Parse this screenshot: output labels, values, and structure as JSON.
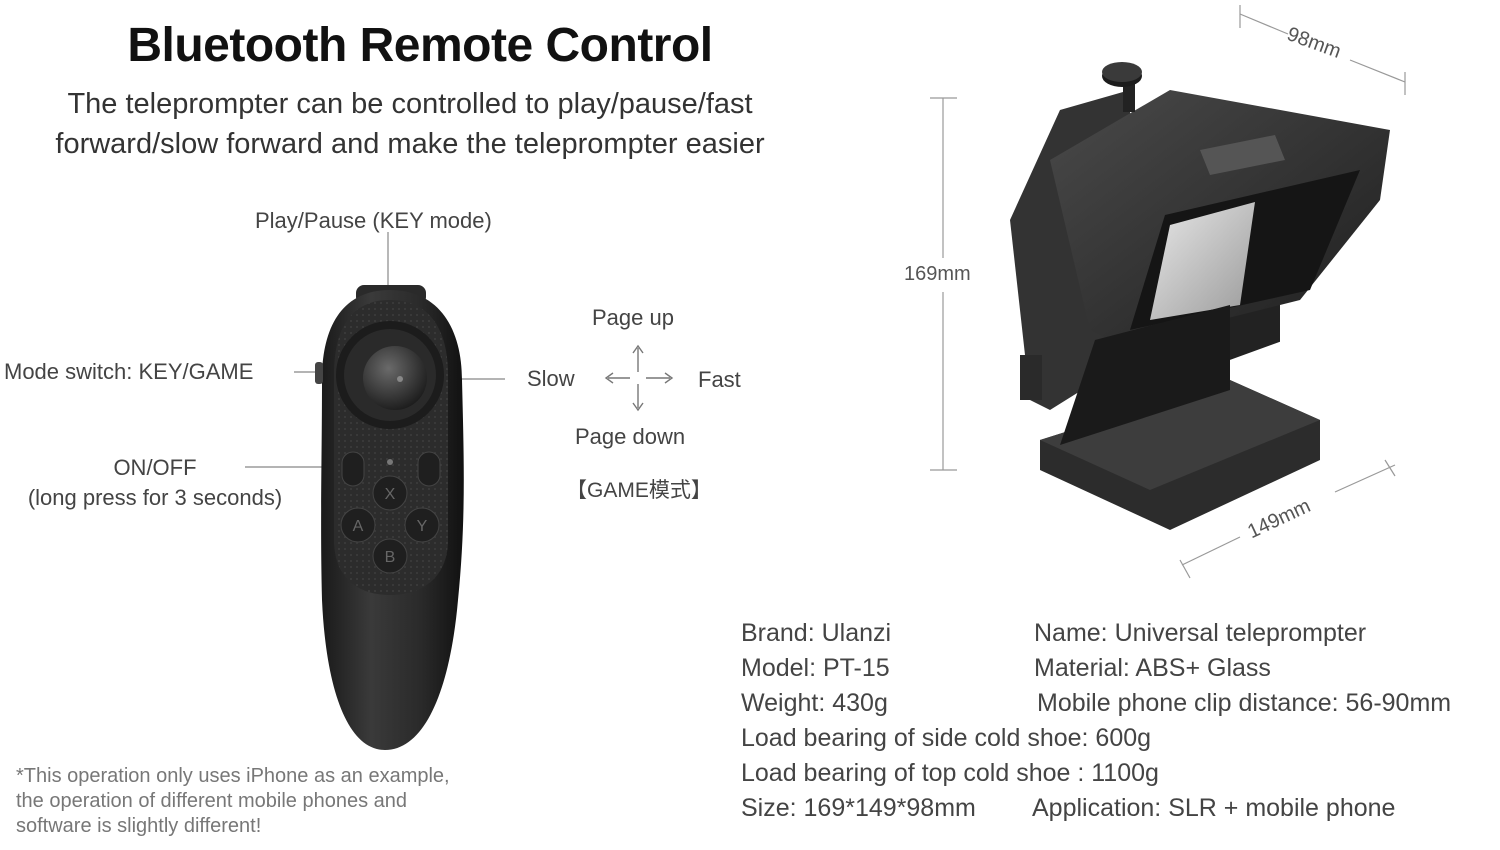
{
  "header": {
    "title": "Bluetooth Remote Control",
    "subtitle_line1": "The teleprompter can be controlled to play/pause/fast",
    "subtitle_line2": "forward/slow forward and make the teleprompter easier"
  },
  "remote": {
    "label_play_pause": "Play/Pause (KEY mode)",
    "label_mode_switch": "Mode switch: KEY/GAME",
    "label_on_off": "ON/OFF",
    "label_long_press": "(long press for 3 seconds)",
    "button_x": "X",
    "button_a": "A",
    "button_y": "Y",
    "button_b": "B"
  },
  "game_mode": {
    "page_up": "Page up",
    "page_down": "Page down",
    "slow": "Slow",
    "fast": "Fast",
    "mode_name": "【GAME模式】"
  },
  "note": {
    "line1": "*This operation only uses iPhone as an example,",
    "line2": " the operation of different mobile phones and",
    "line3": "software is slightly different!"
  },
  "dimensions": {
    "depth": "98mm",
    "height": "169mm",
    "width": "149mm"
  },
  "specs": {
    "brand": "Brand: Ulanzi",
    "name": "Name: Universal teleprompter",
    "model": "Model: PT-15",
    "material": "Material: ABS+ Glass",
    "weight": "Weight: 430g",
    "clip_distance": "Mobile phone clip distance: 56-90mm",
    "side_shoe": "Load bearing of side cold shoe: 600g",
    "top_shoe": "Load bearing of top cold shoe : 1100g",
    "size": "Size: 169*149*98mm",
    "application": "Application: SLR + mobile phone"
  }
}
